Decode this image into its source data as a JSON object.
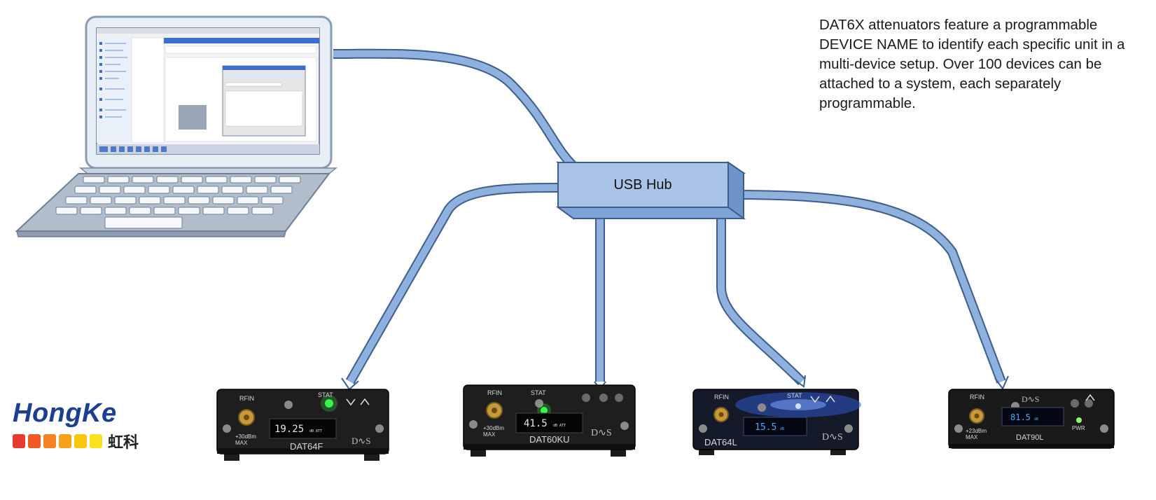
{
  "description": "DAT6X attenuators feature a programmable DEVICE NAME to identify each specific unit in a multi-device setup. Over 100 devices can be attached to a system, each separately programmable.",
  "hub": {
    "label": "USB Hub"
  },
  "logo": {
    "name": "HongKe",
    "chinese": "虹科",
    "squares": [
      "#e63b2e",
      "#ef5a24",
      "#f58220",
      "#f6a11a",
      "#f9c80e",
      "#f7e21c"
    ]
  },
  "colors": {
    "cable": "#8fb1dd",
    "cable_edge": "#3c5e8c",
    "hub_front": "#a9c4e6"
  },
  "devices": [
    {
      "model": "DAT64F",
      "rf_label": "RFIN",
      "power_label": "+30dBm\nMAX",
      "stat_label": "STAT",
      "reading": "19.25",
      "unit": "dB ATT",
      "led": "green"
    },
    {
      "model": "DAT60KU",
      "rf_label": "RFIN",
      "power_label": "+30dBm\nMAX",
      "stat_label": "STAT",
      "reading": "41.5",
      "unit": "dB ATT",
      "led": "green"
    },
    {
      "model": "DAT64L",
      "rf_label": "RFIN",
      "power_label": "",
      "stat_label": "STAT",
      "reading": "15.5",
      "unit": "dB",
      "led": "blue"
    },
    {
      "model": "DAT90L",
      "rf_label": "RFIN",
      "power_label": "+23dBm\nMAX",
      "stat_label": "PWR",
      "reading": "81.5",
      "unit": "dB",
      "led": "lime"
    }
  ]
}
